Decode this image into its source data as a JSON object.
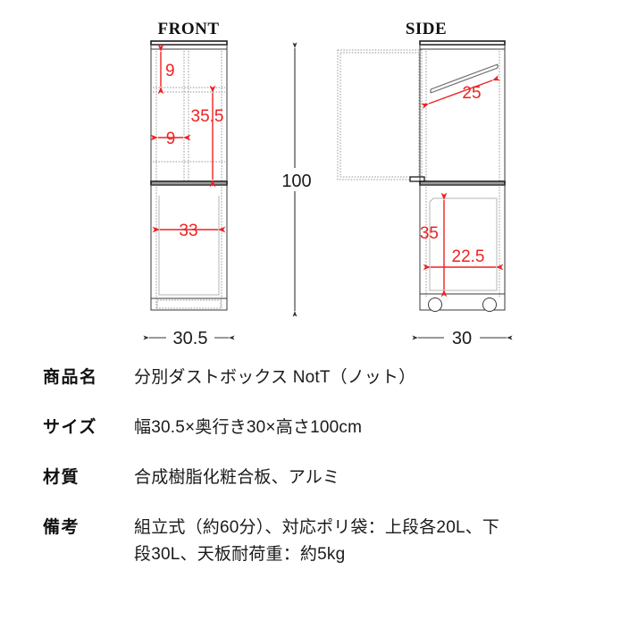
{
  "drawing": {
    "front": {
      "title": "FRONT",
      "dimensions": {
        "top_gap": "9",
        "inner_width": "9",
        "upper_height": "35.5",
        "lower_width": "33",
        "overall_width": "30.5"
      }
    },
    "side": {
      "title": "SIDE",
      "dimensions": {
        "diagonal_rail": "25",
        "bin_height": "35",
        "bin_depth": "22.5",
        "overall_depth": "30"
      }
    },
    "overall_height": "100"
  },
  "spec": {
    "rows": [
      {
        "label": "商品名",
        "value": "分別ダストボックス NotT（ノット）"
      },
      {
        "label": "サイズ",
        "value": "幅30.5×奥行き30×高さ100cm"
      },
      {
        "label": "材質",
        "value": "合成樹脂化粧合板、アルミ"
      },
      {
        "label": "備考",
        "value": "組立式（約60分）、対応ポリ袋：上段各20L、下段30L、天板耐荷重：約5kg"
      }
    ]
  },
  "colors": {
    "dimension_red": "#ee2222",
    "line_dark": "#3a3a3a",
    "line_dot": "#9a9a9a",
    "text": "#111111",
    "background": "#ffffff"
  }
}
